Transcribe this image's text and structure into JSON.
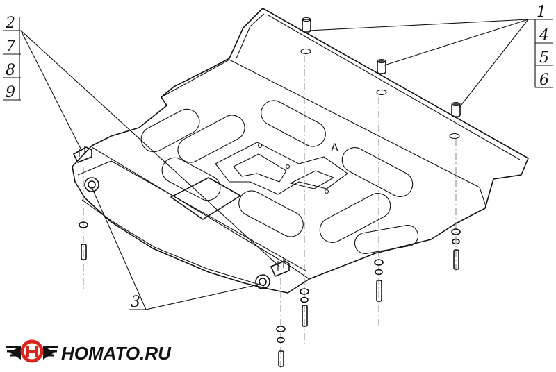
{
  "callouts": {
    "left": [
      "2",
      "7",
      "8",
      "9"
    ],
    "right": [
      "1",
      "4",
      "5",
      "6"
    ],
    "bottom": "3",
    "plate_mark": "A"
  },
  "logo": {
    "text": "HOMATO.RU",
    "accent_color": "#d9261c",
    "text_color": "#111111"
  }
}
